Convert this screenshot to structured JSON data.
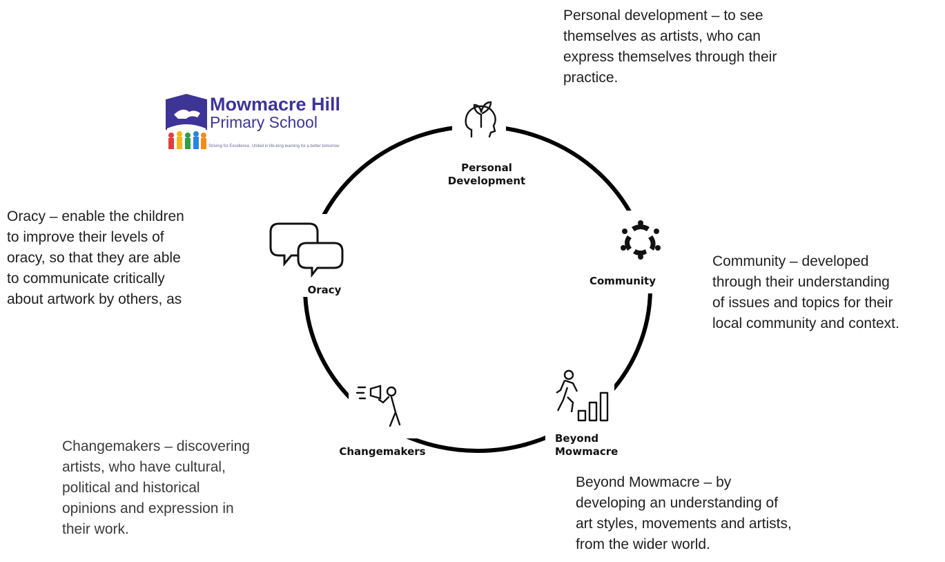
{
  "logo": {
    "name": "Mowmacre Hill",
    "subtitle": "Primary School",
    "tagline": "Striving for Excellence, United in life-long learning for a better tomorrow"
  },
  "nodes": [
    {
      "key": "personal",
      "label": "Personal\nDevelopment",
      "icon": "head-sprout-icon"
    },
    {
      "key": "community",
      "label": "Community",
      "icon": "people-circle-icon"
    },
    {
      "key": "beyond",
      "label": "Beyond\nMowmacre",
      "icon": "climbing-steps-icon"
    },
    {
      "key": "changemakers",
      "label": "Changemakers",
      "icon": "megaphone-person-icon"
    },
    {
      "key": "oracy",
      "label": "Oracy",
      "icon": "speech-bubbles-icon"
    }
  ],
  "descriptions": {
    "personal": [
      "Personal development – to see",
      "themselves as artists, who can",
      "express themselves through their",
      "practice."
    ],
    "community": [
      "Community – developed",
      "through their understanding",
      "of issues and topics for their",
      "local community and context."
    ],
    "beyond": [
      "Beyond Mowmacre – by",
      "developing an understanding of",
      "art styles, movements and artists,",
      "from the wider world."
    ],
    "changemakers": [
      "Changemakers – discovering",
      "artists, who have cultural,",
      "political and historical",
      "opinions and expression in",
      "their work."
    ],
    "oracy": [
      "Oracy – enable the children",
      "to improve their levels of",
      "oracy, so that they are able",
      "to communicate critically",
      "about artwork by others, as"
    ]
  },
  "colors": {
    "ring": "#000000",
    "logo_purple": "#3d3496",
    "text": "#1f1f1f"
  }
}
